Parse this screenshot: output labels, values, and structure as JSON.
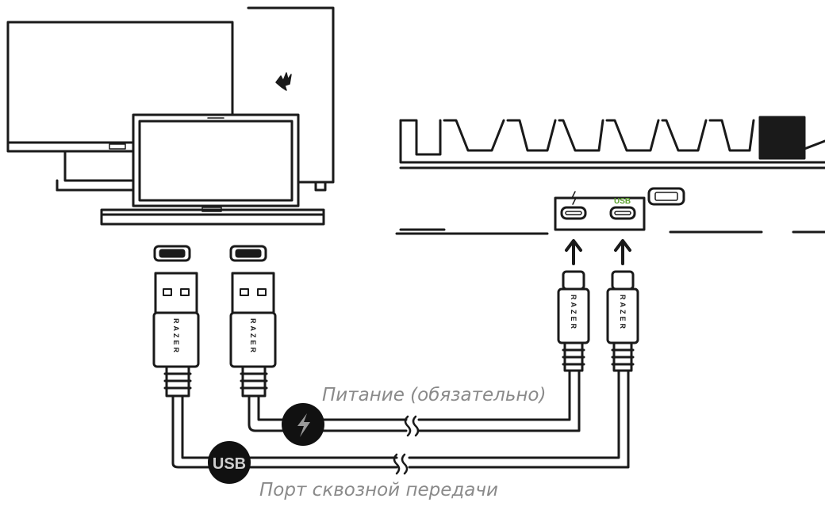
{
  "labels": {
    "power_caption": "Питание (обязательно)",
    "passthrough_caption": "Порт сквозной передачи",
    "usb_badge": "USB",
    "usb_port_marker": "USB",
    "plug_brand": "RAZER"
  },
  "icons": {
    "power_badge": "lightning-bolt-icon",
    "usb_badge": "usb-text-badge",
    "monitor_logo": "razer-logo-icon",
    "arrows": "arrow-up-icon"
  },
  "colors": {
    "line": "#1a1a1a",
    "badge_fill": "#111111",
    "caption": "#8a8a8a",
    "usb_marker_green": "#5aa02c"
  }
}
